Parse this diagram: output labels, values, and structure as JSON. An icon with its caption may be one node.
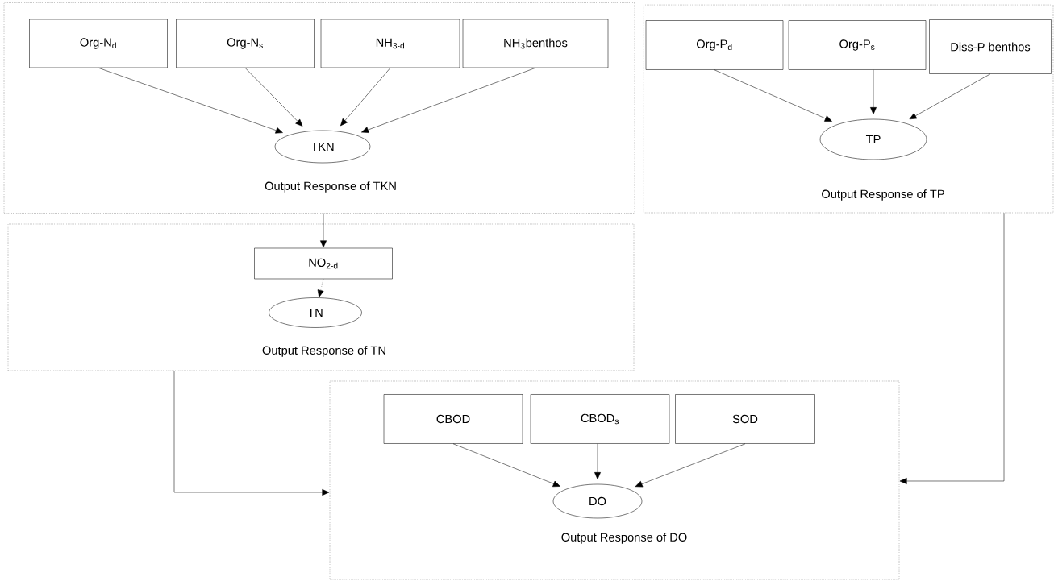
{
  "diagram": {
    "nodes": [
      {
        "text": [
          "Output Response of TKN"
        ]
      },
      {
        "text": [
          "Org-N$_{d}$"
        ],
        "in": 0
      },
      {
        "text": [
          "Org-N$_{s}$"
        ],
        "in": 0
      },
      {
        "text": [
          "NH$_{3-d}$"
        ],
        "in": 0
      },
      {
        "text": [
          "NH$_{3}$benthos"
        ],
        "in": 0
      },
      {
        "text": [
          "TKN"
        ],
        "in": 0
      },
      {
        "text": [
          "Output Response of TP"
        ]
      },
      {
        "text": [
          "Org-P$_{d}$"
        ],
        "in": 6
      },
      {
        "text": [
          "Org-P$_{s}$"
        ],
        "in": 6
      },
      {
        "text": [
          "Diss-P benthos"
        ],
        "in": 6
      },
      {
        "text": [
          "TP"
        ],
        "in": 6
      },
      {
        "text": [
          "Output Response of TN"
        ]
      },
      {
        "text": [
          "NO$_{2-d}$"
        ],
        "in": 11
      },
      {
        "text": [
          "TN"
        ],
        "in": 11
      },
      {
        "text": [
          "Output Response of DO"
        ]
      },
      {
        "text": [
          "CBOD"
        ],
        "in": 14
      },
      {
        "text": [
          "CBOD$_{s}$"
        ],
        "in": 14
      },
      {
        "text": [
          "SOD"
        ],
        "in": 14
      },
      {
        "text": [
          "DO"
        ],
        "in": 14
      }
    ],
    "edges": [
      {
        "from": 1,
        "to": 5,
        "arrow": "to"
      },
      {
        "from": 2,
        "to": 5,
        "arrow": "to"
      },
      {
        "from": 3,
        "to": 5,
        "arrow": "to"
      },
      {
        "from": 4,
        "to": 5,
        "arrow": "to"
      },
      {
        "from": 7,
        "to": 10,
        "arrow": "to"
      },
      {
        "from": 8,
        "to": 10,
        "arrow": "to"
      },
      {
        "from": 9,
        "to": 10,
        "arrow": "to"
      },
      {
        "from": 0,
        "to": 12,
        "arrow": "to"
      },
      {
        "from": 12,
        "to": 13,
        "arrow": "to",
        "style": "dashed"
      },
      {
        "from": 11,
        "to": 14,
        "arrow": "to"
      },
      {
        "from": 6,
        "to": 14,
        "arrow": "to"
      },
      {
        "from": 15,
        "to": 18,
        "arrow": "to"
      },
      {
        "from": 16,
        "to": 18,
        "arrow": "to"
      },
      {
        "from": 17,
        "to": 18,
        "arrow": "to"
      }
    ]
  }
}
